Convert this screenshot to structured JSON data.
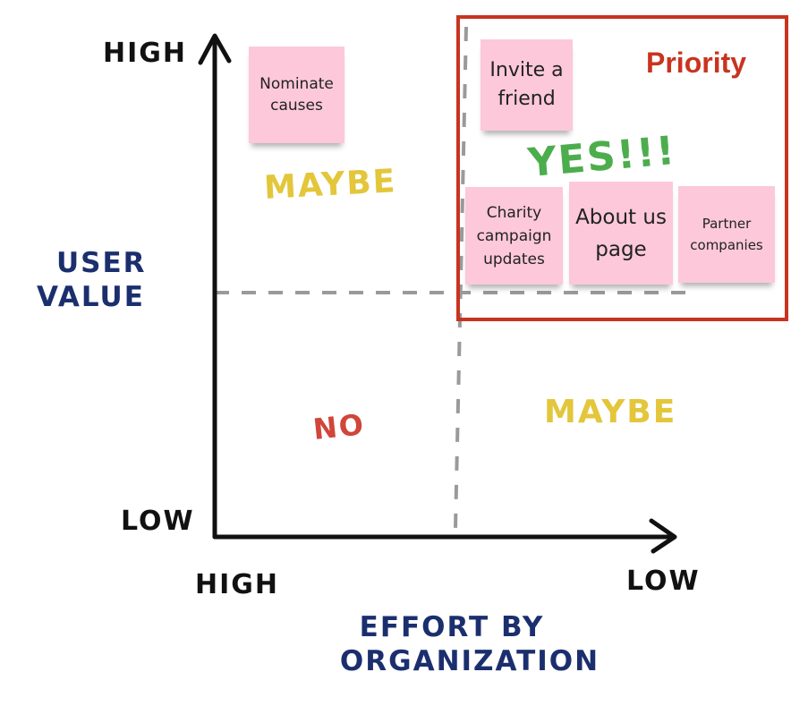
{
  "axes": {
    "y_high": "HIGH",
    "y_low": "LOW",
    "y_title_line1": "USER",
    "y_title_line2": "VALUE",
    "x_high": "HIGH",
    "x_low": "LOW",
    "x_title_line1": "EFFORT BY",
    "x_title_line2": "ORGANIZATION"
  },
  "quadrants": {
    "top_left": "MAYBE",
    "top_right": "YES!!!",
    "bottom_left": "NO",
    "bottom_right": "MAYBE"
  },
  "priority": {
    "label": "Priority",
    "color": "#c8341f"
  },
  "stickies": [
    {
      "text": "Nominate causes"
    },
    {
      "text": "Invite a friend"
    },
    {
      "text": "Charity campaign updates"
    },
    {
      "text": "About us page"
    },
    {
      "text": "Partner companies"
    }
  ]
}
